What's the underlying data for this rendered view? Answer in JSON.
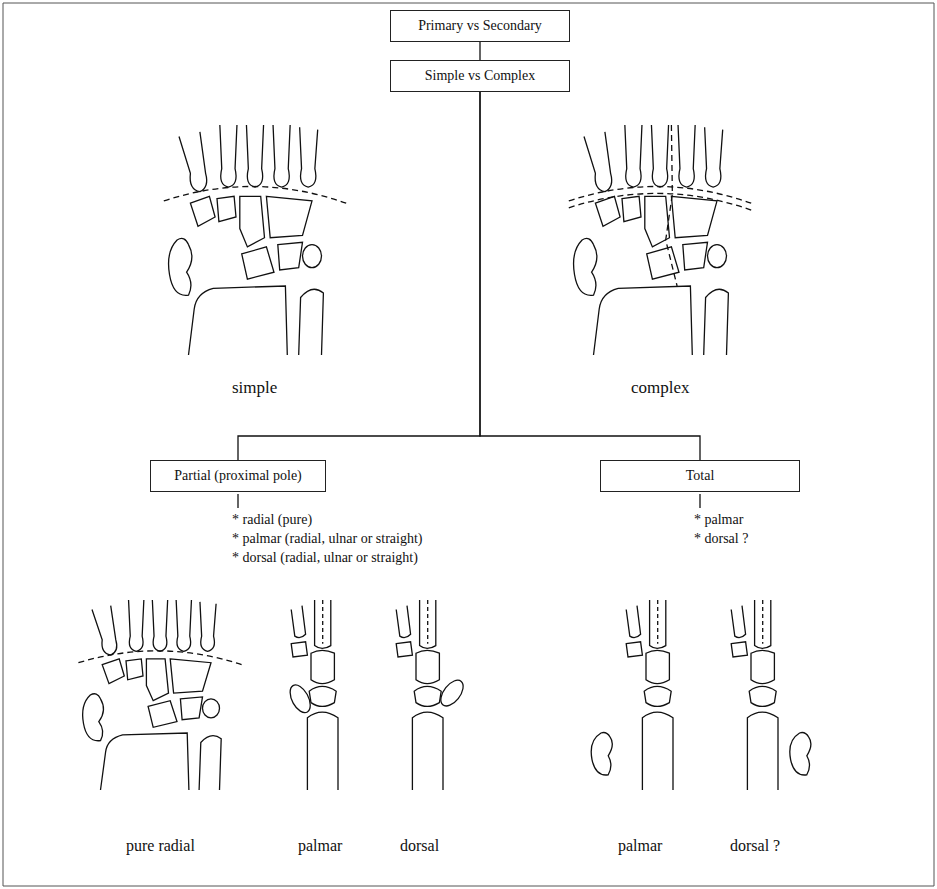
{
  "diagram": {
    "nodes": [
      {
        "text": [
          "Primary vs Secondary"
        ]
      },
      {
        "text": [
          "Simple vs Complex"
        ]
      },
      {
        "text": [
          "Partial (proximal pole)"
        ]
      },
      {
        "text": [
          "Total"
        ]
      }
    ],
    "edges": [
      {
        "from": 0,
        "to": 1,
        "arrow": "none"
      },
      {
        "from": 1,
        "to": 2,
        "arrow": "none"
      },
      {
        "from": 1,
        "to": 3,
        "arrow": "none"
      }
    ],
    "labels": [
      "simple",
      "complex",
      "* radial (pure)",
      "* palmar (radial, ulnar or straight)",
      "* dorsal (radial, ulnar or straight)",
      "* palmar",
      "* dorsal ?",
      "pure radial",
      "palmar",
      "dorsal",
      "palmar",
      "dorsal ?"
    ]
  }
}
